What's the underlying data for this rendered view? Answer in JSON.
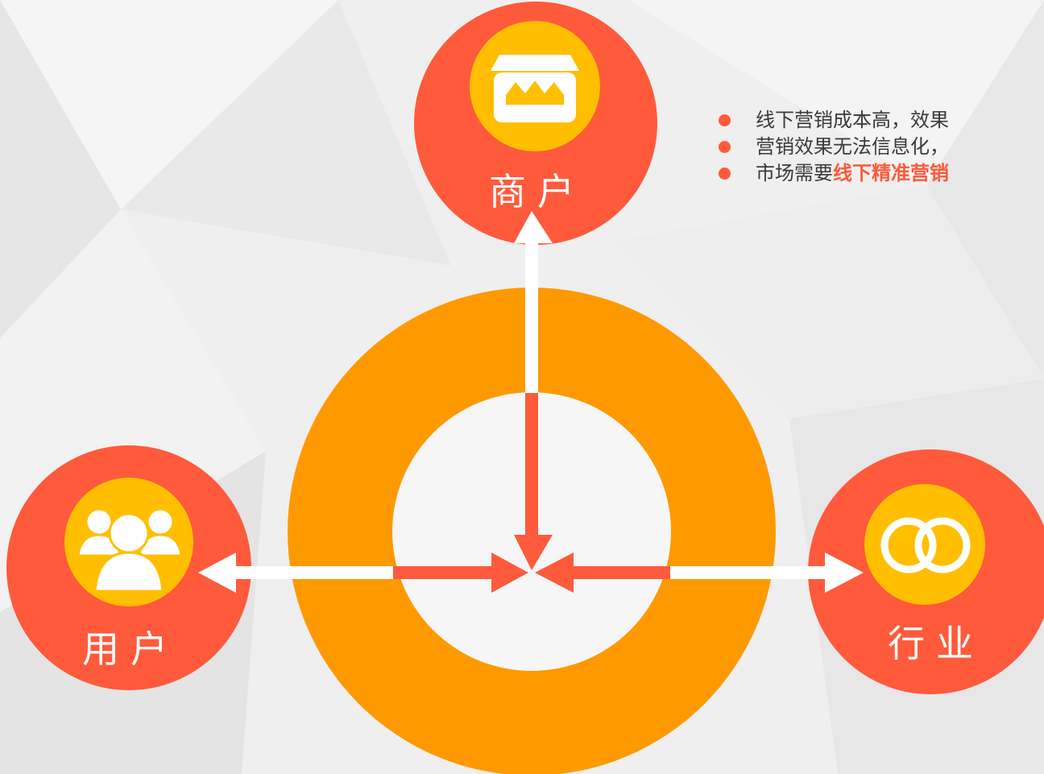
{
  "colors": {
    "node": "#ff5a3c",
    "icon_bg": "#ffbf00",
    "ring": "#ff9900",
    "center": "#f6f6f6",
    "arrow_white": "#ffffff",
    "arrow_red": "#ff5a3c",
    "highlight": "#ff5a3c"
  },
  "nodes": {
    "merchant": {
      "label": "商户",
      "icon": "storefront-icon"
    },
    "user": {
      "label": "用户",
      "icon": "people-group-icon"
    },
    "industry": {
      "label": "行业",
      "icon": "interlocked-rings-icon"
    }
  },
  "bullets": [
    {
      "text": "线下营销成本高，效果",
      "highlight": ""
    },
    {
      "text": "营销效果无法信息化，",
      "highlight": ""
    },
    {
      "text": "市场需要",
      "highlight": "线下精准营销"
    }
  ]
}
